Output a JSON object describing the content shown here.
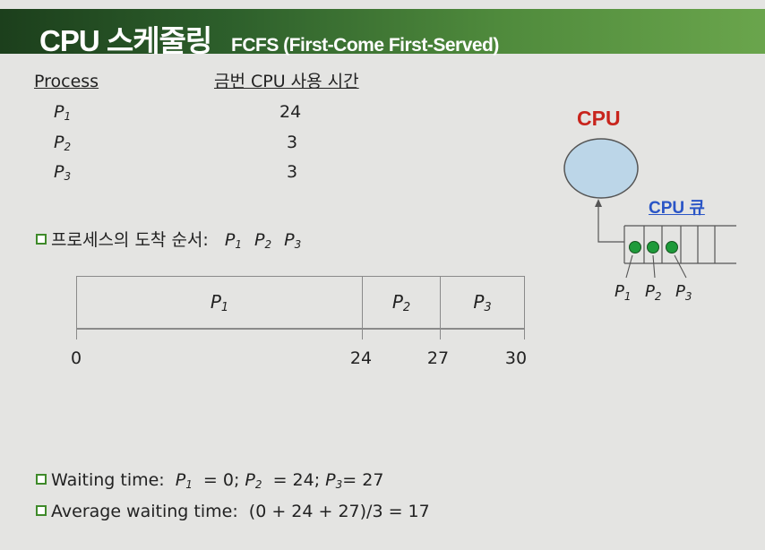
{
  "title": {
    "main": "CPU 스케줄링",
    "sub": "FCFS (First-Come First-Served)"
  },
  "table": {
    "headers": [
      "Process",
      "금번 CPU 사용 시간"
    ],
    "rows": [
      {
        "process": "P",
        "index": "1",
        "time": "24"
      },
      {
        "process": "P",
        "index": "2",
        "time": "3"
      },
      {
        "process": "P",
        "index": "3",
        "time": "3"
      }
    ]
  },
  "arrival": {
    "label": "프로세스의 도착 순서:",
    "order": [
      "1",
      "2",
      "3"
    ]
  },
  "gantt": {
    "segments": [
      {
        "process": "P",
        "index": "1",
        "start": 0,
        "end": 24
      },
      {
        "process": "P",
        "index": "2",
        "start": 24,
        "end": 27
      },
      {
        "process": "P",
        "index": "3",
        "start": 27,
        "end": 30
      }
    ],
    "ticks": [
      "0",
      "24",
      "27",
      "30"
    ]
  },
  "diagram": {
    "cpu_label": "CPU",
    "queue_label": "CPU 큐",
    "queue_processes": [
      "1",
      "2",
      "3"
    ],
    "colors": {
      "cpu_fill": "#bcd6e8",
      "process_dot": "#1e9a3a",
      "cpu_text": "#c8241c",
      "queue_text": "#2a55c6"
    }
  },
  "results": {
    "waiting_label": "Waiting time:",
    "waiting": [
      {
        "index": "1",
        "value": "= 0;"
      },
      {
        "index": "2",
        "value": "= 24;"
      },
      {
        "index": "3",
        "value": "= 27"
      }
    ],
    "average_label": "Average waiting time:",
    "average_formula": "(0 + 24 + 27)/3 = 17"
  }
}
